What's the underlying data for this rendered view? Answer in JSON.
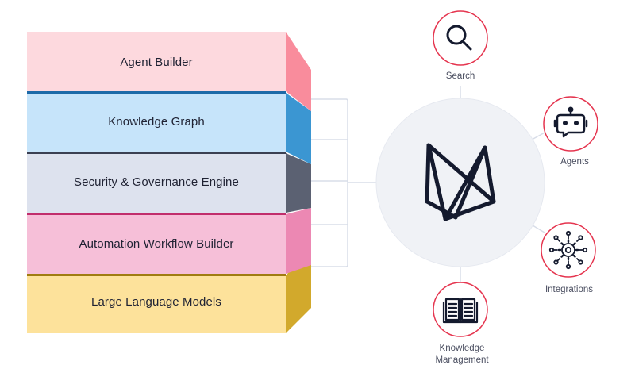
{
  "layers": [
    {
      "label": "Agent Builder",
      "front": "#fdd9de",
      "side": "#f98c9c",
      "edge": "#c8284a"
    },
    {
      "label": "Knowledge Graph",
      "front": "#c6e4fa",
      "side": "#3b96d2",
      "edge": "#1d6aa8"
    },
    {
      "label": "Security & Governance Engine",
      "front": "#dde2ee",
      "side": "#5b6172",
      "edge": "#3b4052"
    },
    {
      "label": "Automation Workflow Builder",
      "front": "#f6bfd8",
      "side": "#ec88b3",
      "edge": "#c12e6c"
    },
    {
      "label": "Large Language Models",
      "front": "#fde29b",
      "side": "#d2a92c",
      "edge": "#a07c10"
    }
  ],
  "nodes": [
    {
      "label": "Search",
      "icon": "search-icon"
    },
    {
      "label": "Agents",
      "icon": "robot-icon"
    },
    {
      "label": "Integrations",
      "icon": "gear-network-icon"
    },
    {
      "label": "Knowledge Management",
      "label_line1": "Knowledge",
      "label_line2": "Management",
      "icon": "book-icon"
    }
  ],
  "hub": {
    "icon": "logo-m-icon"
  },
  "colors": {
    "node_ring": "#e5354f",
    "connector": "#d8dde8",
    "hub_fill": "#f0f2f6",
    "logo": "#141a2e"
  }
}
